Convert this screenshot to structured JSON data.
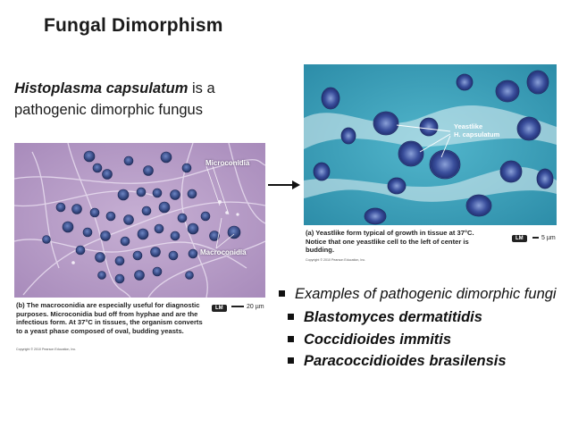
{
  "slide": {
    "title": "Fungal Dimorphism",
    "intro": {
      "species": "Histoplasma capsulatum",
      "rest_line1": " is a",
      "line2": "pathogenic dimorphic fungus"
    }
  },
  "left_figure": {
    "labels": {
      "microconidia": "Microconidia",
      "macroconidia": "Macroconidia"
    },
    "caption": "(b) The macroconidia are especially useful for diagnostic purposes. Microconidia bud off from hyphae and are the infectious form. At 37°C in tissues, the organism converts to a yeast phase composed of oval, budding yeasts.",
    "badge": "LM",
    "scale": "20 µm",
    "copyright": "Copyright © 2010 Pearson Education, Inc."
  },
  "right_figure": {
    "label_line1": "Yeastlike",
    "label_line2": "H. capsulatum",
    "caption": "(a) Yeastlike form typical of growth in tissue at 37°C. Notice that one yeastlike cell to the left of center is budding.",
    "badge": "LM",
    "scale": "5 µm",
    "copyright": "Copyright © 2010 Pearson Education, Inc."
  },
  "examples": {
    "heading": "Examples of pathogenic dimorphic fungi",
    "items": [
      "Blastomyces dermatitidis",
      "Coccidioides immitis",
      "Paracoccidioides brasilensis"
    ]
  },
  "colors": {
    "left_background": "#b79bc7",
    "right_background": "#3aa0b8",
    "spore": "#3c4f8a",
    "yeast": "#2f3f8c"
  }
}
